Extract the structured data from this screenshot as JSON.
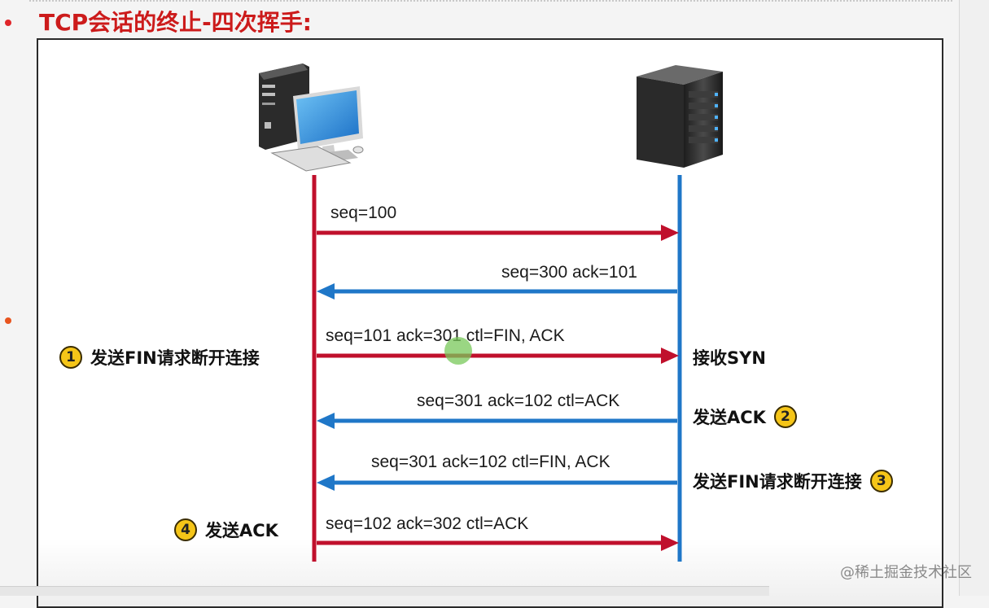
{
  "title": "TCP会话的终止-四次挥手:",
  "colors": {
    "client_line": "#c0102c",
    "server_line": "#1f77c8",
    "title": "#cc1b1b",
    "bullet": "#e8541e",
    "badge": "#f5c518"
  },
  "icons": {
    "client": "desktop-computer-icon",
    "server": "server-rack-icon"
  },
  "messages": [
    {
      "text": "seq=100",
      "direction": "client-to-server"
    },
    {
      "text": "seq=300 ack=101",
      "direction": "server-to-client"
    },
    {
      "text": "seq=101 ack=301 ctl=FIN, ACK",
      "direction": "client-to-server"
    },
    {
      "text": "seq=301 ack=102 ctl=ACK",
      "direction": "server-to-client"
    },
    {
      "text": "seq=301 ack=102 ctl=FIN, ACK",
      "direction": "server-to-client"
    },
    {
      "text": "seq=102 ack=302 ctl=ACK",
      "direction": "client-to-server"
    }
  ],
  "steps": {
    "step1": {
      "number": "1",
      "label": "发送FIN请求断开连接"
    },
    "recv": {
      "label": "接收SYN"
    },
    "step2": {
      "number": "2",
      "label": "发送ACK"
    },
    "step3": {
      "number": "3",
      "label": "发送FIN请求断开连接"
    },
    "step4": {
      "number": "4",
      "label": "发送ACK"
    }
  },
  "watermark": "@稀土掘金技术社区"
}
